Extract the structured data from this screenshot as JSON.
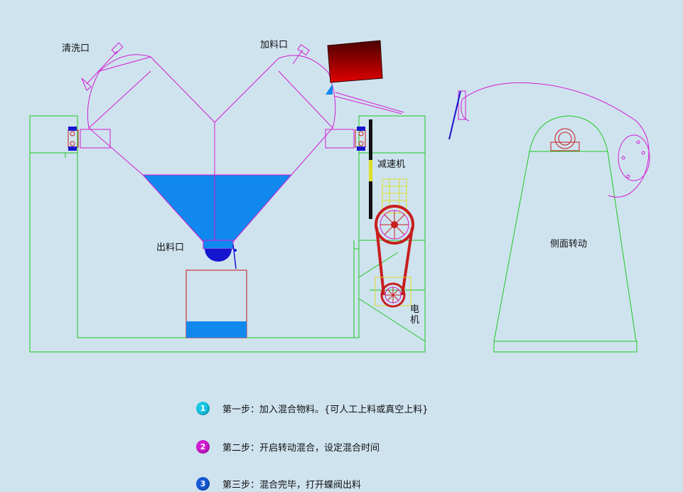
{
  "labels": {
    "cleaning_port": "清洗口",
    "feeding_port": "加料口",
    "reducer": "减速机",
    "discharge_port": "出料口",
    "motor_line1": "电",
    "motor_line2": "机",
    "side_rotation": "侧面转动"
  },
  "steps": [
    {
      "number": "1",
      "text": "第一步：加入混合物料。{可人工上料或真空上料}",
      "color": "#19c8e6"
    },
    {
      "number": "2",
      "text": "第二步：开启转动混合，设定混合时间",
      "color": "#d21cd2"
    },
    {
      "number": "3",
      "text": "第三步：混合完毕，打开蝶阀出料",
      "color": "#1659d8"
    }
  ],
  "colors": {
    "frame": "#1ec81e",
    "vessel": "#d21cd2",
    "material": "#1188ee",
    "valve": "#1515d0",
    "receiver": "#c01010",
    "belt": "#c81e1e",
    "reducer": "#dede2a",
    "hopper": "#8a0000"
  }
}
